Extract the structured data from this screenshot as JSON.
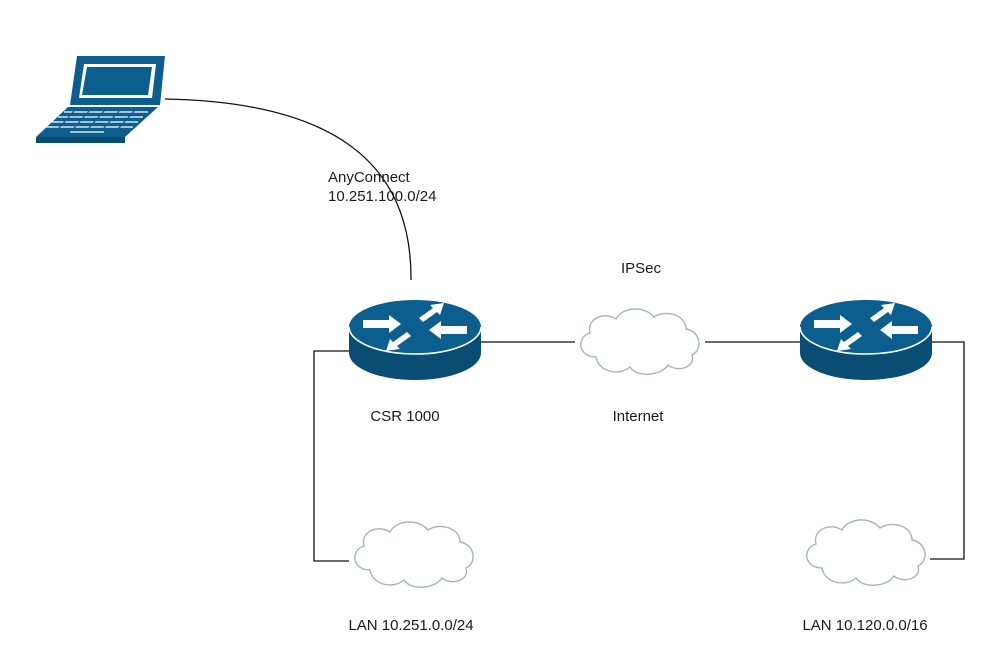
{
  "labels": {
    "vpn_name": "AnyConnect",
    "vpn_subnet": "10.251.100.0/24",
    "tunnel": "IPSec",
    "router_left": "CSR 1000",
    "internet": "Internet",
    "lan_left": "LAN 10.251.0.0/24",
    "lan_right": "LAN 10.120.0.0/16"
  },
  "colors": {
    "device": "#0b5e8e",
    "device_dark": "#094d75",
    "line": "#111111",
    "cloud_stroke": "#aab2ba"
  },
  "icons": {
    "client": "laptop-icon",
    "router_left": "router-icon",
    "router_right": "router-icon",
    "clouds": "cloud-icon"
  }
}
